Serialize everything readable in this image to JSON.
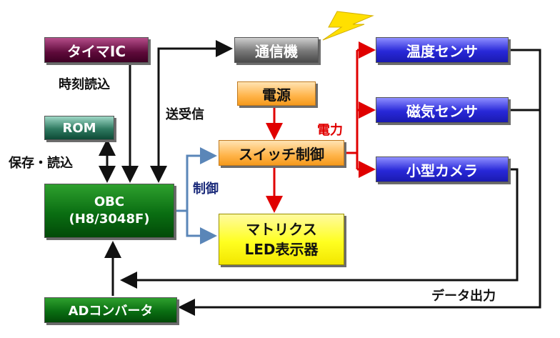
{
  "nodes": {
    "timer_ic": "タイマIC",
    "comm": "通信機",
    "temp_sensor": "温度センサ",
    "mag_sensor": "磁気センサ",
    "camera": "小型カメラ",
    "power": "電源",
    "switch_ctrl": "スイッチ制御",
    "rom": "ROM",
    "obc_line1": "OBC",
    "obc_line2": "(H8/3048F)",
    "matrix_line1": "マトリクス",
    "matrix_line2": "LED表示器",
    "adc": "ADコンバータ"
  },
  "labels": {
    "time_read": "時刻読込",
    "send_recv": "送受信",
    "save_read": "保存・読込",
    "control": "制御",
    "power": "電力",
    "data_out": "データ出力"
  },
  "colors": {
    "wire_black": "#111111",
    "wire_red": "#e00000",
    "wire_blue": "#5a86b8",
    "lightning": "#ffe000"
  },
  "icons": {
    "lightning": "lightning-bolt-icon"
  }
}
